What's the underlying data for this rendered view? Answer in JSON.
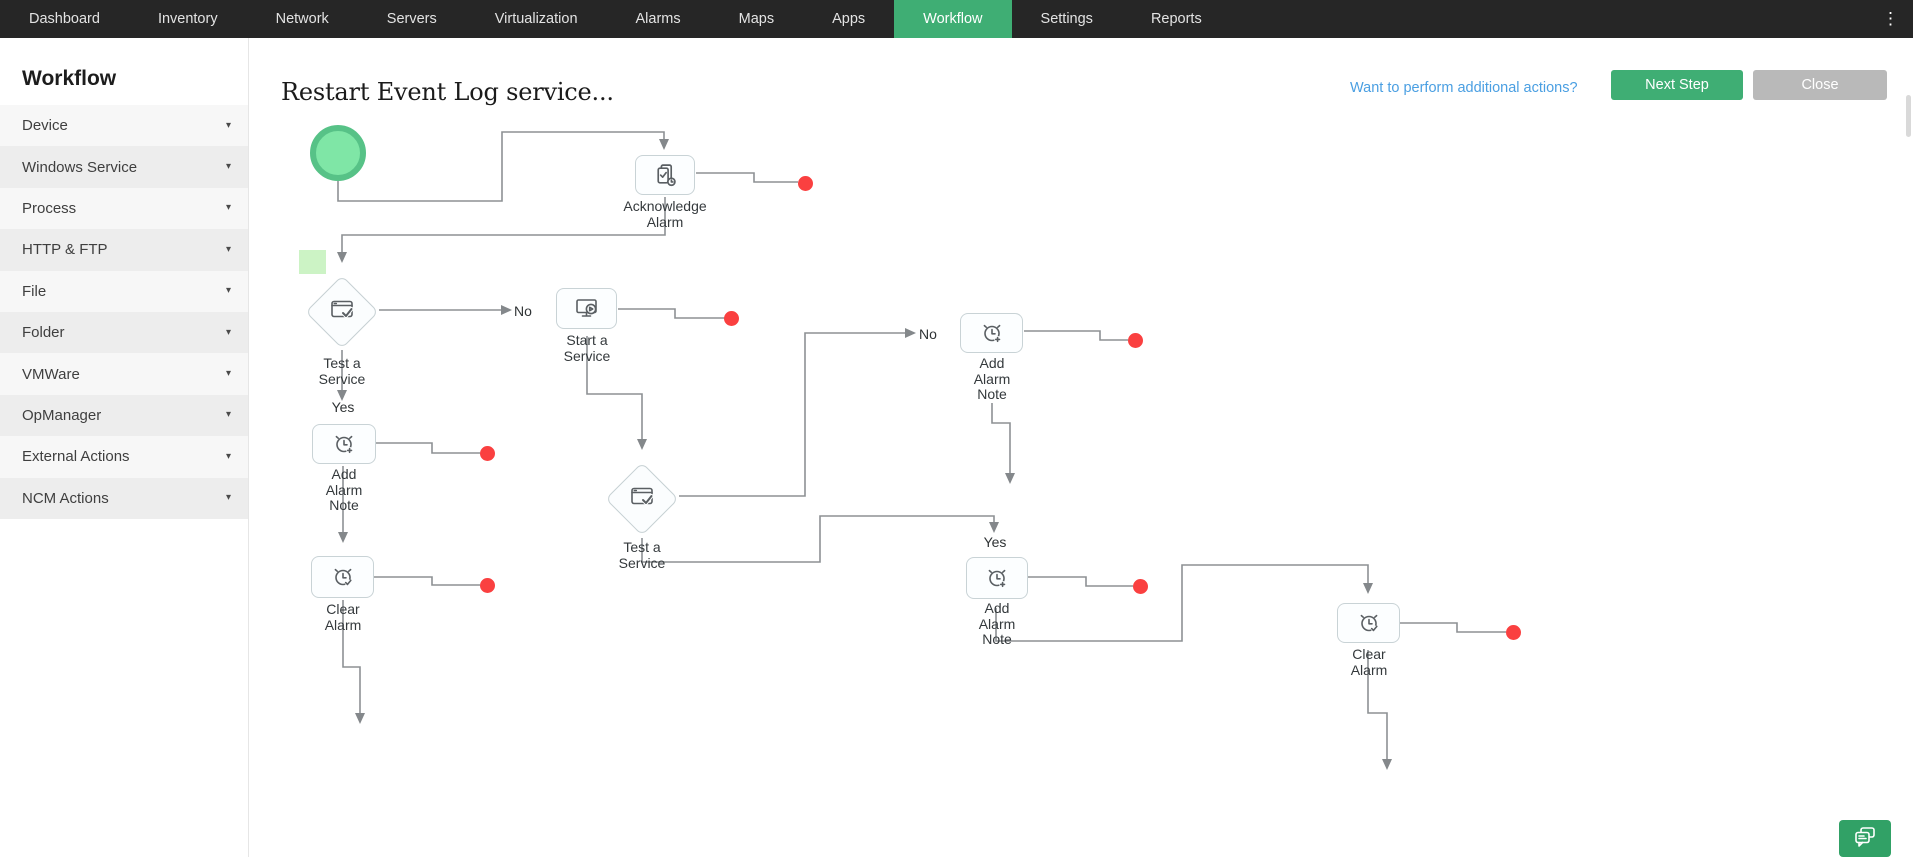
{
  "nav": {
    "items": [
      {
        "label": "Dashboard",
        "active": false
      },
      {
        "label": "Inventory",
        "active": false
      },
      {
        "label": "Network",
        "active": false
      },
      {
        "label": "Servers",
        "active": false
      },
      {
        "label": "Virtualization",
        "active": false
      },
      {
        "label": "Alarms",
        "active": false
      },
      {
        "label": "Maps",
        "active": false
      },
      {
        "label": "Apps",
        "active": false
      },
      {
        "label": "Workflow",
        "active": true
      },
      {
        "label": "Settings",
        "active": false
      },
      {
        "label": "Reports",
        "active": false
      }
    ],
    "overflow_menu_icon": "vertical-dots"
  },
  "sidebar": {
    "title": "Workflow",
    "items": [
      {
        "label": "Device"
      },
      {
        "label": "Windows Service"
      },
      {
        "label": "Process"
      },
      {
        "label": "HTTP & FTP"
      },
      {
        "label": "File"
      },
      {
        "label": "Folder"
      },
      {
        "label": "VMWare"
      },
      {
        "label": "OpManager"
      },
      {
        "label": "External Actions"
      },
      {
        "label": "NCM Actions"
      }
    ]
  },
  "header": {
    "title": "Restart Event Log service...",
    "link_text": "Want to perform additional actions?",
    "next_step_label": "Next Step",
    "close_label": "Close"
  },
  "workflow": {
    "branch": {
      "yes": "Yes",
      "no": "No"
    },
    "nodes": [
      {
        "name": "start",
        "label": "",
        "icon": "start-circle"
      },
      {
        "name": "acknowledge-alarm",
        "label": "Acknowledge Alarm",
        "icon": "ack-alarm-icon"
      },
      {
        "name": "test-a-service-1",
        "label": "Test a Service",
        "icon": "window-check-icon",
        "shape": "decision"
      },
      {
        "name": "start-a-service",
        "label": "Start a Service",
        "icon": "monitor-play-icon"
      },
      {
        "name": "add-alarm-note-1",
        "label": "Add Alarm Note",
        "icon": "alarm-plus-icon"
      },
      {
        "name": "clear-alarm-1",
        "label": "Clear Alarm",
        "icon": "alarm-check-icon"
      },
      {
        "name": "test-a-service-2",
        "label": "Test a Service",
        "icon": "window-check-icon",
        "shape": "decision"
      },
      {
        "name": "add-alarm-note-2",
        "label": "Add Alarm Note",
        "icon": "alarm-plus-icon"
      },
      {
        "name": "add-alarm-note-3",
        "label": "Add Alarm Note",
        "icon": "alarm-plus-icon"
      },
      {
        "name": "clear-alarm-2",
        "label": "Clear Alarm",
        "icon": "alarm-check-icon"
      }
    ],
    "endpoint_count": 7
  },
  "colors": {
    "accent_green": "#3fae74",
    "endpoint_red": "#fa4040",
    "start_fill": "#7fe6a6",
    "start_border": "#57c287",
    "pale_green": "#ccf3c5",
    "link_blue": "#4a9fe2",
    "close_gray": "#b9b9b9",
    "line_gray": "#8d9194",
    "nav_bg": "#262626"
  },
  "chat_button": {
    "icon": "chat-bubbles-icon"
  }
}
